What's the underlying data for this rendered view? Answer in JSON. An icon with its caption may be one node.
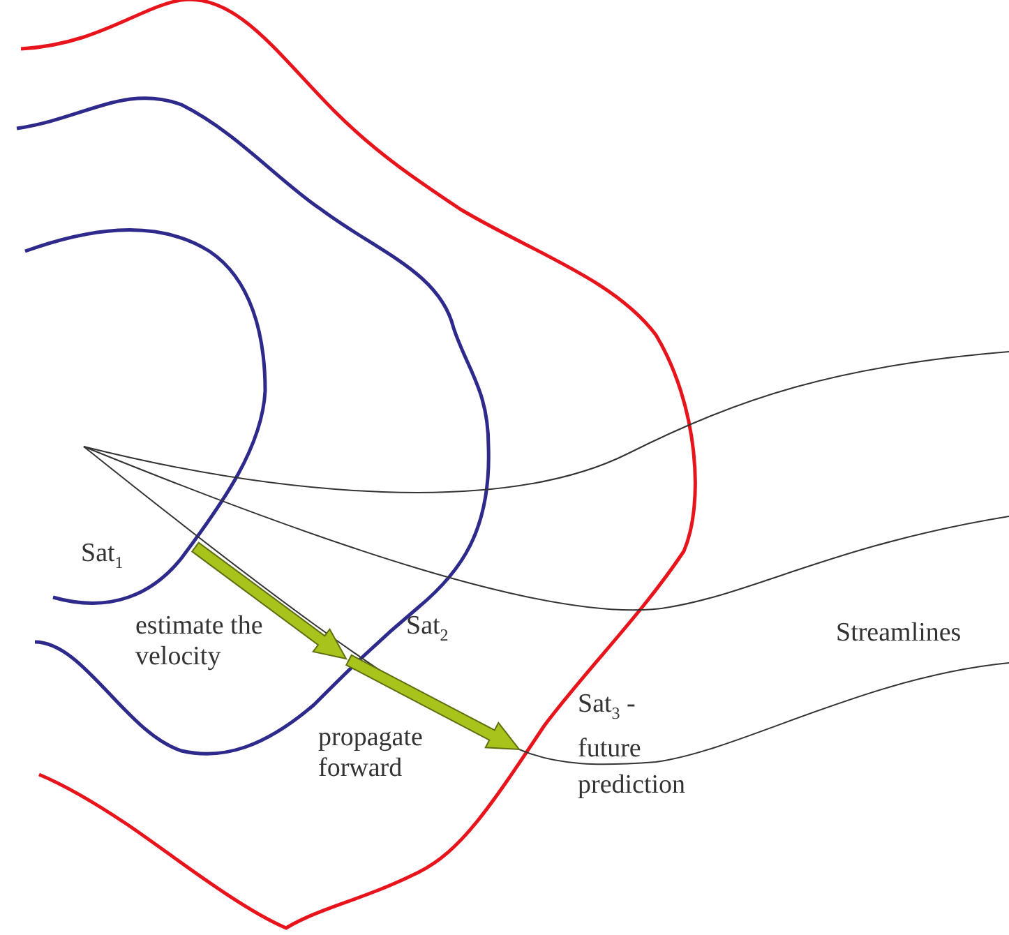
{
  "diagram": {
    "labels": [
      "Sat$_{1}$",
      "Sat$_{2}$",
      "estimate the velocity",
      "Streamlines",
      "Sat$_{3}$ - future prediction",
      "propagate forward"
    ]
  }
}
